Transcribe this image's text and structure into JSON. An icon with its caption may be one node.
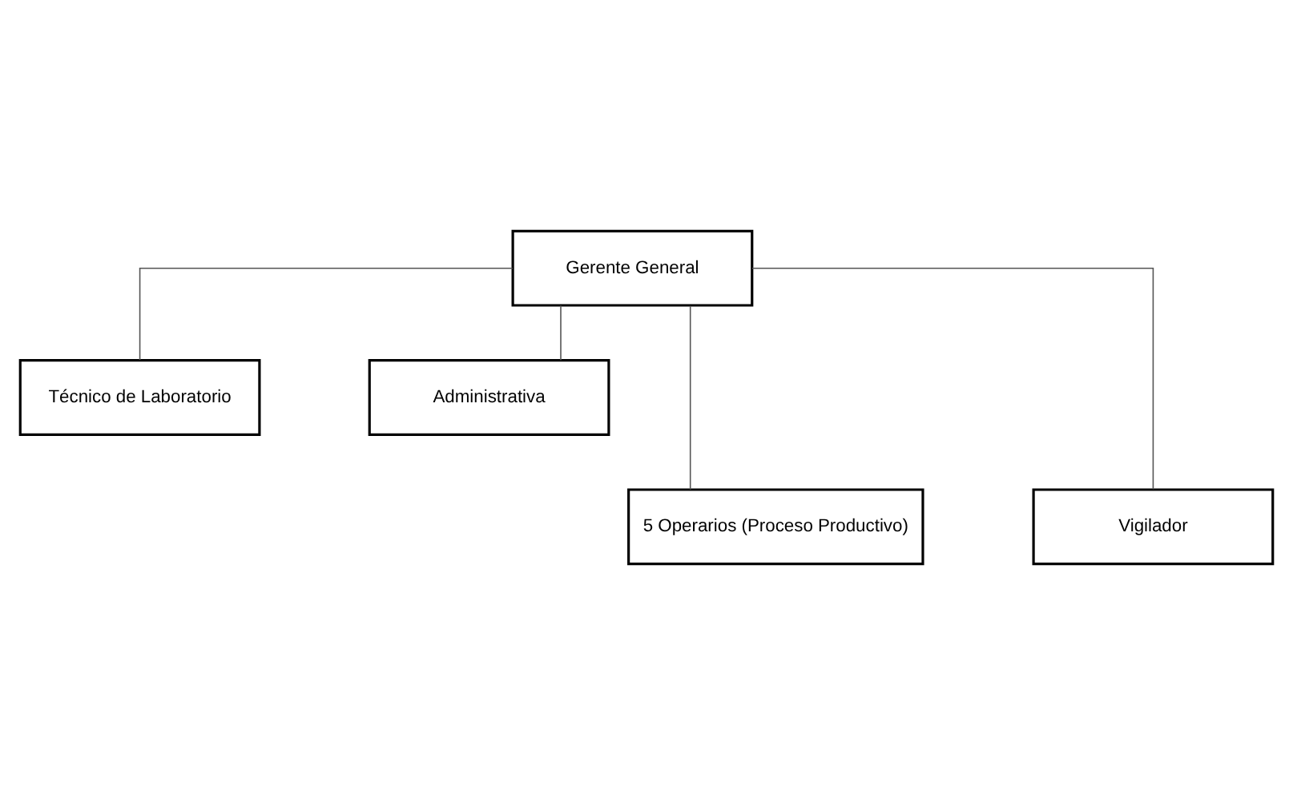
{
  "diagram": {
    "nodes": [
      {
        "text": [
          "Gerente General"
        ]
      },
      {
        "text": [
          "Técnico de Laboratorio"
        ]
      },
      {
        "text": [
          "Administrativa"
        ]
      },
      {
        "text": [
          "5 Operarios (Proceso Productivo)"
        ]
      },
      {
        "text": [
          "Vigilador"
        ]
      }
    ],
    "edges": [
      {
        "from": 0,
        "to": 1,
        "arrow": "none"
      },
      {
        "from": 0,
        "to": 2,
        "arrow": "none"
      },
      {
        "from": 0,
        "to": 3,
        "arrow": "none"
      },
      {
        "from": 0,
        "to": 4,
        "arrow": "none"
      }
    ]
  }
}
